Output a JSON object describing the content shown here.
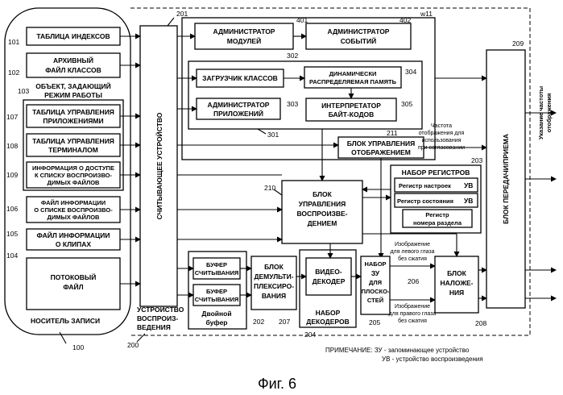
{
  "caption": "Фиг. 6",
  "note": {
    "line1": "ПРИМЕЧАНИЕ:  ЗУ - запоминающее устройство",
    "line2": "УВ - устройство воспроизведения"
  },
  "recording_medium": {
    "label": "НОСИТЕЛЬ ЗАПИСИ",
    "num": "100",
    "index_table": {
      "label": "ТАБЛИЦА ИНДЕКСОВ",
      "num": "101"
    },
    "archive_class_file": {
      "line1": "АРХИВНЫЙ",
      "line2": "ФАЙЛ КЛАССОВ",
      "num": "102"
    },
    "bdj_object": {
      "line1": "ОБЪЕКТ, ЗАДАЮЩИЙ",
      "line2": "РЕЖИМ РАБОТЫ",
      "num": "103"
    },
    "app_mgmt_table": {
      "line1": "ТАБЛИЦА УПРАВЛЕНИЯ",
      "line2": "ПРИЛОЖЕНИЯМИ",
      "num": "107"
    },
    "terminal_mgmt_table": {
      "line1": "ТАБЛИЦА УПРАВЛЕНИЯ",
      "line2": "ТЕРМИНАЛОМ",
      "num": "108"
    },
    "playlist_access_info": {
      "line1": "ИНФОРМАЦИЯ О ДОСТУПЕ",
      "line2": "К СПИСКУ ВОСПРОИЗВО-",
      "line3": "ДИМЫХ ФАЙЛОВ",
      "num": "109"
    },
    "playlist_info_file": {
      "line1": "ФАЙЛ ИНФОРМАЦИИ",
      "line2": "О СПИСКЕ ВОСПРОИЗВО-",
      "line3": "ДИМЫХ ФАЙЛОВ",
      "num": "106"
    },
    "clip_info_file": {
      "line1": "ФАЙЛ ИНФОРМАЦИИ",
      "line2": "О КЛИПАХ",
      "num": "105"
    },
    "stream_file": {
      "line1": "ПОТОКОВЫЙ",
      "line2": "ФАЙЛ",
      "num": "104"
    }
  },
  "playback_device": {
    "line1": "УСТРОЙСТВО",
    "line2": "ВОСПРОИЗ-",
    "line3": "ВЕДЕНИЯ",
    "num": "200",
    "reading_device": {
      "label": "СЧИТЫВАЮЩЕЕ УСТРОЙСТВО",
      "num": "201"
    },
    "module_admin": {
      "line1": "АДМИНИСТРАТОР",
      "line2": "МОДУЛЕЙ",
      "num": "401"
    },
    "event_admin": {
      "line1": "АДМИНИСТРАТОР",
      "line2": "СОБЫТИЙ",
      "num": "402"
    },
    "group_num": "w11",
    "class_loader": {
      "label": "ЗАГРУЗЧИК КЛАССОВ",
      "num": "302"
    },
    "dynamic_memory": {
      "line1": "ДИНАМИЧЕСКИ",
      "line2": "РАСПРЕДЕЛЯЕМАЯ ПАМЯТЬ",
      "num": "304"
    },
    "app_admin": {
      "line1": "АДМИНИСТРАТОР",
      "line2": "ПРИЛОЖЕНИЙ",
      "num": "303"
    },
    "bytecode_interpreter": {
      "line1": "ИНТЕРПРЕТАТОР",
      "line2": "БАЙТ-КОДОВ",
      "num": "305"
    },
    "vm_group_num": "301",
    "display_ctrl": {
      "line1": "БЛОК УПРАВЛЕНИЯ",
      "line2": "ОТОБРАЖЕНИЕМ",
      "num": "211"
    },
    "refresh_note": {
      "line1": "Частота",
      "line2": "отображения для",
      "line3": "использования",
      "line4": "при согласовании"
    },
    "register_set": {
      "label": "НАБОР РЕГИСТРОВ",
      "num": "203",
      "settings": {
        "text": "Регистр настроек",
        "tag": "УВ"
      },
      "state": {
        "text": "Регистр состояния",
        "tag": "УВ"
      },
      "title_num": {
        "line1": "Регистр",
        "line2": "номера раздела"
      }
    },
    "playback_ctrl": {
      "line1": "БЛОК",
      "line2": "УПРАВЛЕНИЯ",
      "line3": "ВОСПРОИЗВЕ-",
      "line4": "ДЕНИЕМ",
      "num": "210"
    },
    "read_buffer_1": {
      "line1": "БУФЕР",
      "line2": "СЧИТЫВАНИЯ"
    },
    "read_buffer_2": {
      "line1": "БУФЕР",
      "line2": "СЧИТЫВАНИЯ"
    },
    "double_buffer": {
      "line1": "Двойной",
      "line2": "буфер",
      "num": "202"
    },
    "demux": {
      "line1": "БЛОК",
      "line2": "ДЕМУЛЬТИ-",
      "line3": "ПЛЕКСИРО-",
      "line4": "ВАНИЯ",
      "num": "207"
    },
    "video_decoder": {
      "line1": "ВИДЕО-",
      "line2": "ДЕКОДЕР",
      "num": "204"
    },
    "decoder_set": {
      "line1": "НАБОР",
      "line2": "ДЕКОДЕРОВ"
    },
    "plane_memory": {
      "line1": "НАБОР",
      "line2": "ЗУ",
      "line3": "ДЛЯ",
      "line4": "ПЛОСКО-",
      "line5": "СТЕЙ",
      "num": "205"
    },
    "plane_num": "206",
    "left_eye": {
      "line1": "Изображение",
      "line2": "для левого глаза",
      "line3": "без сжатия"
    },
    "right_eye": {
      "line1": "Изображение",
      "line2": "для правого глаза",
      "line3": "без сжатия"
    },
    "overlay": {
      "line1": "БЛОК",
      "line2": "НАЛОЖЕ-",
      "line3": "НИЯ",
      "num": "208"
    },
    "transceiver": {
      "label": "БЛОК ПЕРЕДАЧИ/ПРИЕМА",
      "num": "209"
    },
    "refresh_indication": {
      "line1": "Указание частоты",
      "line2": "отображения"
    }
  }
}
